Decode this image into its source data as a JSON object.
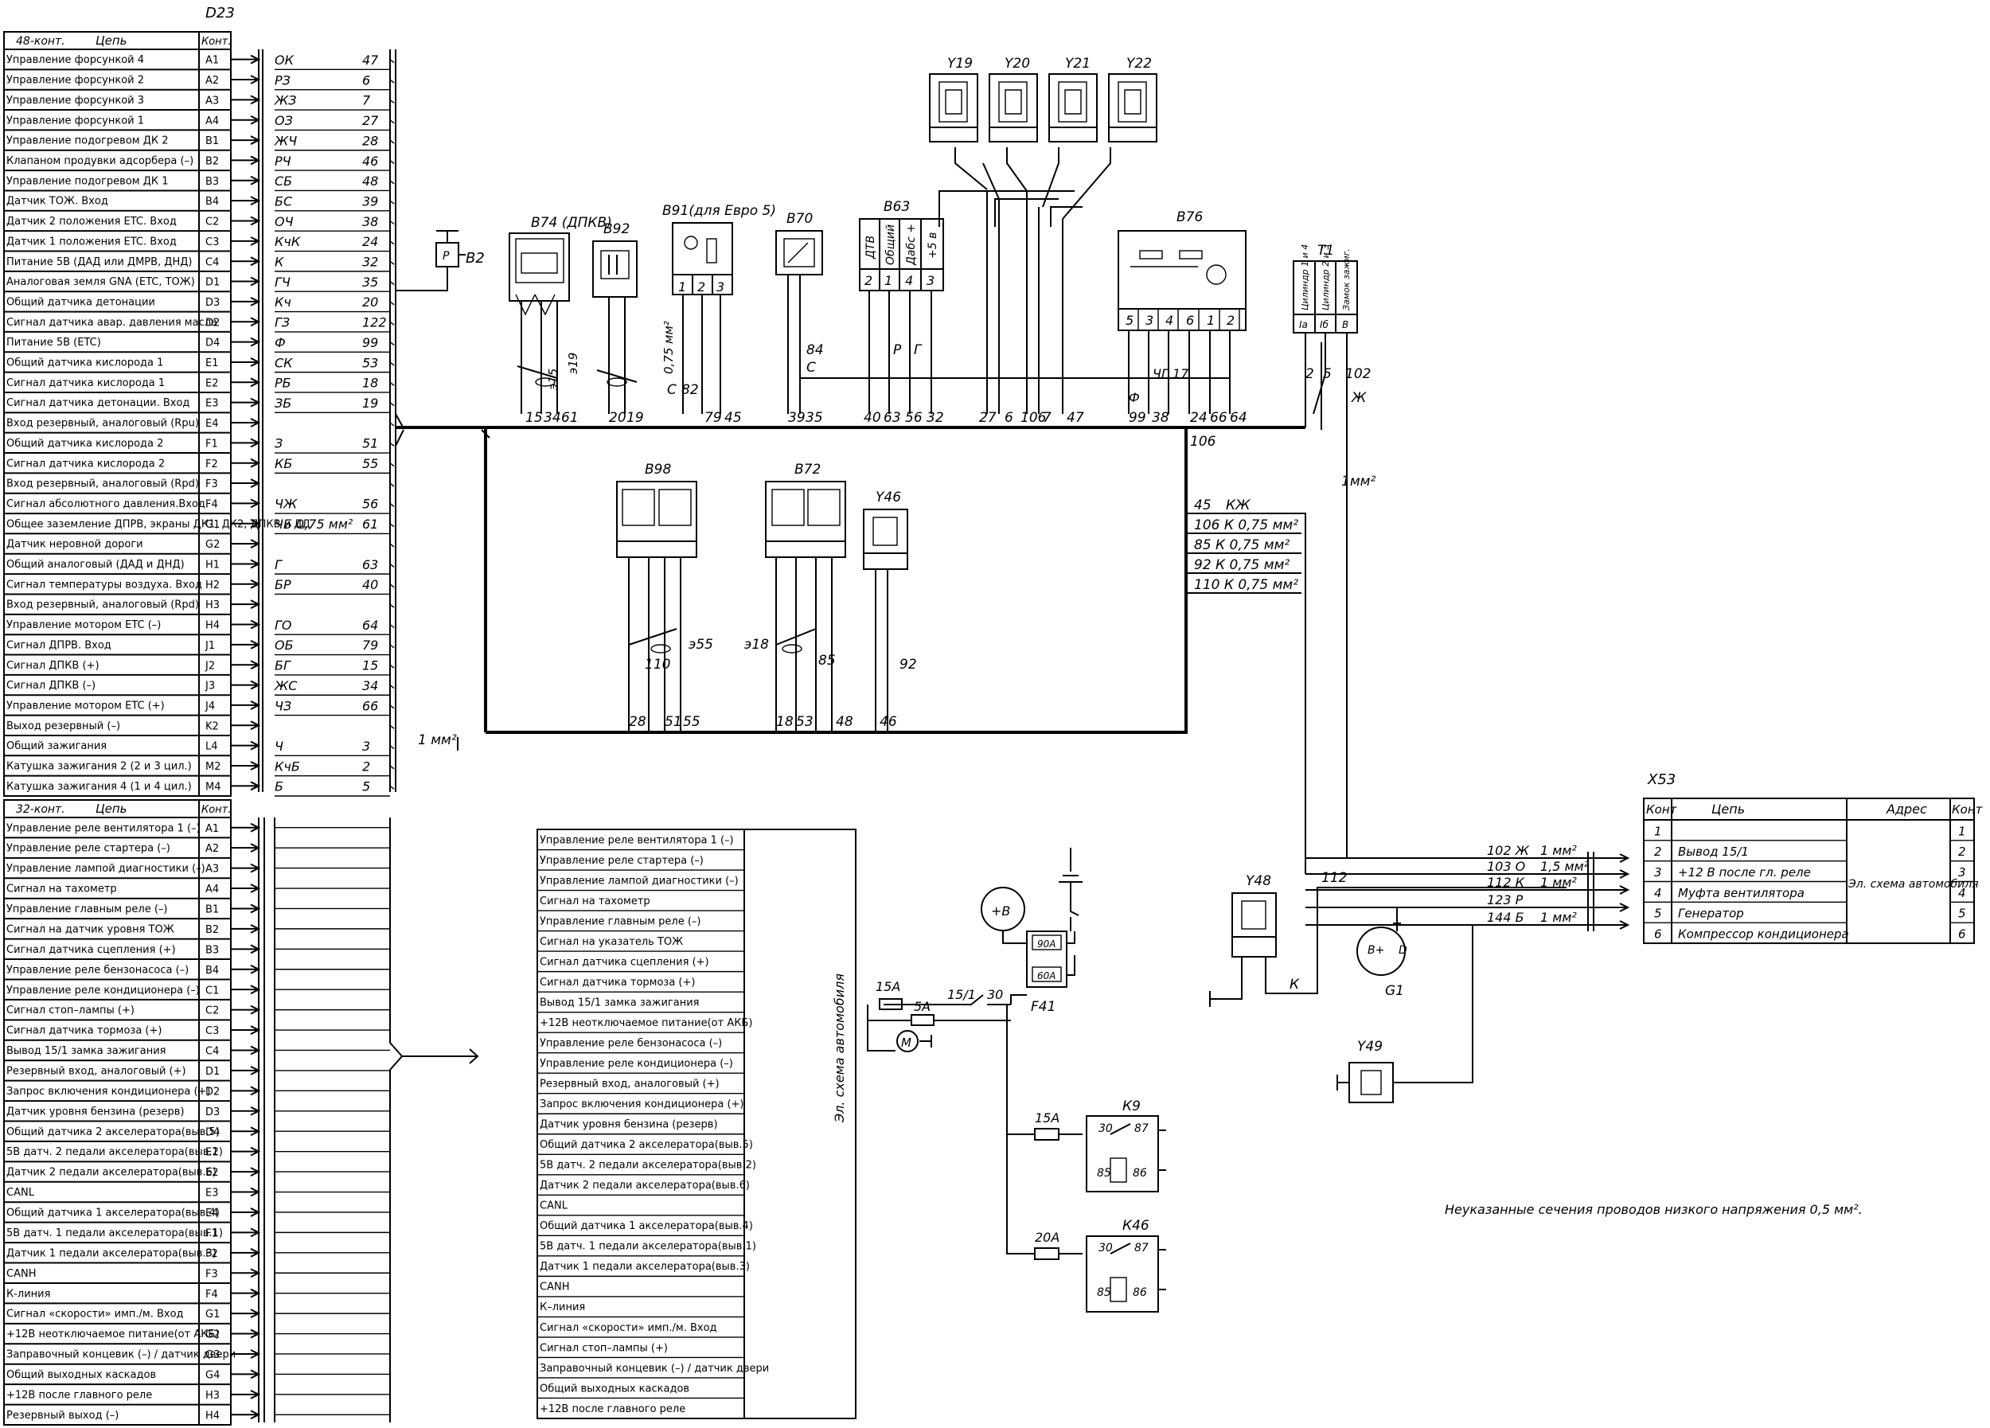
{
  "d23": {
    "name": "D23",
    "t48_header": "48-конт.",
    "t48_col_circuit": "Цепь",
    "t48_col_pin": "Конт.",
    "rows48": [
      {
        "circuit": "Управление форсункой 4",
        "pin": "A1",
        "color": "ОК",
        "wire": "47"
      },
      {
        "circuit": "Управление форсункой 2",
        "pin": "A2",
        "color": "РЗ",
        "wire": "6"
      },
      {
        "circuit": "Управление форсункой 3",
        "pin": "A3",
        "color": "ЖЗ",
        "wire": "7"
      },
      {
        "circuit": "Управление форсункой 1",
        "pin": "A4",
        "color": "ОЗ",
        "wire": "27"
      },
      {
        "circuit": "Управление подогревом ДК 2",
        "pin": "B1",
        "color": "ЖЧ",
        "wire": "28"
      },
      {
        "circuit": "Клапаном продувки адсорбера (–)",
        "pin": "B2",
        "color": "РЧ",
        "wire": "46"
      },
      {
        "circuit": "Управление подогревом ДК 1",
        "pin": "B3",
        "color": "СБ",
        "wire": "48"
      },
      {
        "circuit": "Датчик ТОЖ. Вход",
        "pin": "B4",
        "color": "БС",
        "wire": "39"
      },
      {
        "circuit": "Датчик 2 положения ETC. Вход",
        "pin": "C2",
        "color": "ОЧ",
        "wire": "38"
      },
      {
        "circuit": "Датчик 1 положения ETC. Вход",
        "pin": "C3",
        "color": "КчК",
        "wire": "24"
      },
      {
        "circuit": "Питание 5В (ДАД или ДМРВ, ДНД)",
        "pin": "C4",
        "color": "К",
        "wire": "32"
      },
      {
        "circuit": "Аналоговая земля GNA (ETC, ТОЖ)",
        "pin": "D1",
        "color": "ГЧ",
        "wire": "35"
      },
      {
        "circuit": "Общий датчика детонации",
        "pin": "D3",
        "color": "Кч",
        "wire": "20"
      },
      {
        "circuit": "Сигнал датчика авар. давления масла",
        "pin": "D2",
        "color": "ГЗ",
        "wire": "122"
      },
      {
        "circuit": "Питание 5В (ETC)",
        "pin": "D4",
        "color": "Ф",
        "wire": "99"
      },
      {
        "circuit": "Общий датчика кислорода 1",
        "pin": "E1",
        "color": "СК",
        "wire": "53"
      },
      {
        "circuit": "Сигнал датчика кислорода 1",
        "pin": "E2",
        "color": "РБ",
        "wire": "18"
      },
      {
        "circuit": "Сигнал датчика детонации. Вход",
        "pin": "E3",
        "color": "ЗБ",
        "wire": "19"
      },
      {
        "circuit": "Вход резервный, аналоговый (Rpu)",
        "pin": "E4",
        "color": "",
        "wire": ""
      },
      {
        "circuit": "Общий датчика кислорода 2",
        "pin": "F1",
        "color": "З",
        "wire": "51"
      },
      {
        "circuit": "Сигнал датчика кислорода 2",
        "pin": "F2",
        "color": "КБ",
        "wire": "55"
      },
      {
        "circuit": "Вход резервный, аналоговый (Rpd)",
        "pin": "F3",
        "color": "",
        "wire": ""
      },
      {
        "circuit": "Сигнал абсолютного давления.Вход",
        "pin": "F4",
        "color": "ЧЖ",
        "wire": "56"
      },
      {
        "circuit": "Общее заземление ДПРВ, экраны ДК1, ДК2, ДПКВ и ДД",
        "pin": "G1",
        "color": "ЧБ 0,75 мм²",
        "wire": "61"
      },
      {
        "circuit": "Датчик неровной дороги",
        "pin": "G2",
        "color": "",
        "wire": ""
      },
      {
        "circuit": "Общий аналоговый (ДАД и ДНД)",
        "pin": "H1",
        "color": "Г",
        "wire": "63"
      },
      {
        "circuit": "Сигнал температуры воздуха. Вход",
        "pin": "H2",
        "color": "БР",
        "wire": "40"
      },
      {
        "circuit": "Вход резервный, аналоговый (Rpd)",
        "pin": "H3",
        "color": "",
        "wire": ""
      },
      {
        "circuit": "Управление мотором ETC (–)",
        "pin": "H4",
        "color": "ГО",
        "wire": "64"
      },
      {
        "circuit": "Сигнал ДПРВ. Вход",
        "pin": "J1",
        "color": "ОБ",
        "wire": "79"
      },
      {
        "circuit": "Сигнал ДПКВ (+)",
        "pin": "J2",
        "color": "БГ",
        "wire": "15"
      },
      {
        "circuit": "Сигнал ДПКВ (–)",
        "pin": "J3",
        "color": "ЖС",
        "wire": "34"
      },
      {
        "circuit": "Управление мотором ETC (+)",
        "pin": "J4",
        "color": "ЧЗ",
        "wire": "66"
      },
      {
        "circuit": "Выход резервный (–)",
        "pin": "K2",
        "color": "",
        "wire": ""
      },
      {
        "circuit": "Общий зажигания",
        "pin": "L4",
        "color": "Ч",
        "wire": "3"
      },
      {
        "circuit": "Катушка зажигания 2  (2 и 3 цил.)",
        "pin": "M2",
        "color": "КчБ",
        "wire": "2"
      },
      {
        "circuit": "Катушка зажигания 4  (1 и 4 цил.)",
        "pin": "M4",
        "color": "Б",
        "wire": "5"
      }
    ],
    "l4_size": "1 мм²",
    "t32_header": "32-конт.",
    "t32_col_circuit": "Цепь",
    "t32_col_pin": "Конт.",
    "rows32": [
      {
        "circuit": "Управление реле вентилятора 1 (–)",
        "pin": "A1"
      },
      {
        "circuit": "Управление реле стартера (–)",
        "pin": "A2"
      },
      {
        "circuit": "Управление лампой диагностики (–)",
        "pin": "A3"
      },
      {
        "circuit": "Сигнал на тахометр",
        "pin": "A4"
      },
      {
        "circuit": "Управление главным реле (–)",
        "pin": "B1"
      },
      {
        "circuit": "Сигнал на датчик уровня ТОЖ",
        "pin": "B2"
      },
      {
        "circuit": "Сигнал датчика сцепления (+)",
        "pin": "B3"
      },
      {
        "circuit": "Управление реле бензонасоса (–)",
        "pin": "B4"
      },
      {
        "circuit": "Управление реле кондиционера (–)",
        "pin": "C1"
      },
      {
        "circuit": "Сигнал стоп–лампы (+)",
        "pin": "C2"
      },
      {
        "circuit": "Сигнал датчика тормоза (+)",
        "pin": "C3"
      },
      {
        "circuit": "Вывод 15/1 замка зажигания",
        "pin": "C4"
      },
      {
        "circuit": "Резервный вход, аналоговый (+)",
        "pin": "D1"
      },
      {
        "circuit": "Запрос включения кондиционера (+)",
        "pin": "D2"
      },
      {
        "circuit": "Датчик уровня бензина (резерв)",
        "pin": "D3"
      },
      {
        "circuit": "Общий датчика 2 акселератора(выв.5)",
        "pin": "D4"
      },
      {
        "circuit": "5В датч. 2 педали акселератора(выв.2)",
        "pin": "E1"
      },
      {
        "circuit": "Датчик 2 педали акселератора(выв.6)",
        "pin": "E2"
      },
      {
        "circuit": "CANL",
        "pin": "E3"
      },
      {
        "circuit": "Общий датчика 1 акселератора(выв.4)",
        "pin": "E4"
      },
      {
        "circuit": "5В датч. 1 педали акселератора(выв.1)",
        "pin": "F1"
      },
      {
        "circuit": "Датчик 1 педали акселератора(выв.3)",
        "pin": "F2"
      },
      {
        "circuit": "CANH",
        "pin": "F3"
      },
      {
        "circuit": "К-линия",
        "pin": "F4"
      },
      {
        "circuit": "Сигнал «скорости» имп./м. Вход",
        "pin": "G1"
      },
      {
        "circuit": "+12В неотключаемое питание(от АКБ)",
        "pin": "G2"
      },
      {
        "circuit": "Заправочный концевик (–) / датчик двери",
        "pin": "G3"
      },
      {
        "circuit": "Общий выходных каскадов",
        "pin": "G4"
      },
      {
        "circuit": "+12В после главного реле",
        "pin": "H3"
      },
      {
        "circuit": "Резервный выход (–)",
        "pin": "H4"
      }
    ]
  },
  "vehicle_table": {
    "side_label": "Эл. схема автомобиля",
    "items": [
      "Управление реле вентилятора 1 (–)",
      "Управление реле стартера (–)",
      "Управление лампой диагностики (–)",
      "Сигнал на тахометр",
      "Управление главным реле (–)",
      "Сигнал на указатель ТОЖ",
      "Сигнал датчика сцепления (+)",
      "Сигнал датчика тормоза (+)",
      "Вывод 15/1 замка зажигания",
      "+12В неотключаемое питание(от АКБ)",
      "Управление реле бензонасоса (–)",
      "Управление реле кондиционера (–)",
      "Резервный вход, аналоговый (+)",
      "Запрос включения кондиционера (+)",
      "Датчик уровня бензина (резерв)",
      "Общий датчика 2 акселератора(выв.5)",
      "5В датч. 2 педали акселератора(выв.2)",
      "Датчик 2 педали акселератора(выв.6)",
      "CANL",
      "Общий датчика 1 акселератора(выв.4)",
      "5В датч. 1 педали акселератора(выв.1)",
      "Датчик 1 педали акселератора(выв.3)",
      "CANH",
      "К–линия",
      "Сигнал «скорости» имп./м. Вход",
      "Сигнал стоп–лампы (+)",
      "Заправочный концевик (–) / датчик двери",
      "Общий выходных каскадов",
      "+12В после главного реле"
    ]
  },
  "x53": {
    "name": "X53",
    "col_pin": "Конт",
    "col_circuit": "Цепь",
    "col_address": "Адрес",
    "col_pin2": "Конт",
    "address_label": "Эл. схема автомобиля",
    "rows": [
      {
        "pin": "1",
        "circuit": "",
        "wire": "102 Ж",
        "size": "1 мм²"
      },
      {
        "pin": "2",
        "circuit": "Вывод 15/1",
        "wire": "103 О",
        "size": "1,5 мм²"
      },
      {
        "pin": "3",
        "circuit": "+12 В после гл. реле",
        "wire": "112 К",
        "size": "1 мм²"
      },
      {
        "pin": "4",
        "circuit": "Муфта вентилятора",
        "wire": "123 Р",
        "size": ""
      },
      {
        "pin": "5",
        "circuit": "Генератор",
        "wire": "144 Б",
        "size": "1 мм²"
      },
      {
        "pin": "6",
        "circuit": "Компрессор кондиционера",
        "wire": "",
        "size": ""
      }
    ]
  },
  "components": {
    "b2": "В2",
    "b74": "В74 (ДПКВ)",
    "b92": "В92",
    "b91": "В91(для Евро 5)",
    "b70": "В70",
    "b63": "В63",
    "b63_pins": [
      "ДТВ",
      "Общий",
      "Дабс +",
      "+5 в"
    ],
    "b63_nums": [
      "2",
      "1",
      "4",
      "3"
    ],
    "b76": "В76",
    "b76_pins": [
      "5",
      "3",
      "4",
      "6",
      "1",
      "2"
    ],
    "t1": "Т1",
    "t1_pins": [
      "Цилиндр 1 и 4",
      "Цилиндр 2 и 3",
      "Замок зажиг."
    ],
    "t1_nums": [
      "Iа",
      "Iб",
      "В"
    ],
    "y19": "Y19",
    "y20": "Y20",
    "y21": "Y21",
    "y22": "Y22",
    "b98": "В98",
    "b72": "В72",
    "y46": "Y46",
    "y48": "Y48",
    "y49": "Y49",
    "g1": "G1",
    "f41": "F41",
    "k9": "К9",
    "k46": "К46",
    "fuse_90": "90А",
    "fuse_60": "60А",
    "fuse_15a": "15А",
    "fuse_5a": "5А",
    "fuse_15a_2": "15А",
    "fuse_20a": "20А",
    "plus_b": "+В",
    "motor": "М",
    "g1_b": "В+",
    "g1_d": "D",
    "relay_30": "30",
    "relay_87": "87",
    "relay_85": "85",
    "relay_86": "86"
  },
  "wire_labels": {
    "w106_top": "106",
    "w102": "102",
    "w102_color": "Ж",
    "w1mm": "1мм²",
    "w45": "45",
    "w45_color": "КЖ",
    "w106": "106 К 0,75 мм²",
    "w85": "85  К 0,75 мм²",
    "w92": "92  К 0,75 мм²",
    "w110": "110 К 0,75 мм²",
    "w84": "84",
    "w84c": "С",
    "w_b91_size": "0,75 мм²",
    "e15": "э15",
    "e19": "э19",
    "e55": "э55",
    "e18": "э18",
    "w112": "112",
    "wK": "К",
    "w15_1": "15/1",
    "w30": "30",
    "chg": "ЧГ",
    "w17": "17",
    "phi": "Ф",
    "w_b70_c": "С",
    "w82": "82",
    "w82c": "С",
    "rK": "Р",
    "gK": "Г"
  },
  "bottom_numbers": {
    "b74": [
      "15",
      "34",
      "61"
    ],
    "b92": [
      "20",
      "19"
    ],
    "b91": [
      "82",
      "79",
      "45"
    ],
    "b70": [
      "39",
      "35"
    ],
    "b63": [
      "40",
      "63",
      "56",
      "32"
    ],
    "y": [
      "27",
      "6",
      "106",
      "7",
      "47"
    ],
    "b76": [
      "99",
      "38",
      "24",
      "66",
      "64"
    ],
    "t1": [
      "2",
      "5"
    ],
    "b98": [
      "28",
      "51",
      "55"
    ],
    "b72": [
      "18",
      "53",
      "48"
    ],
    "y46": [
      "46"
    ],
    "b98_110": "110",
    "b72_85": "85",
    "y46_92": "92"
  },
  "note": "Неуказанные сечения проводов низкого напряжения 0,5 мм²."
}
